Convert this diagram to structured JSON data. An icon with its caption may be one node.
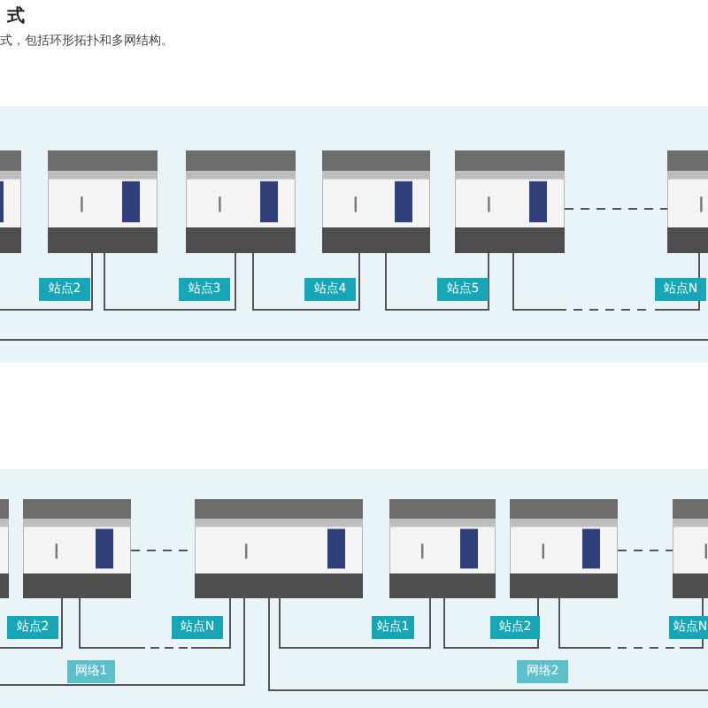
{
  "diagram": {
    "title": "式",
    "caption": "式，包括环形拓扑和多网结构。",
    "nodes": [
      {
        "text": [],
        "shape": "picture"
      },
      {
        "text": [],
        "shape": "picture",
        "beside": [
          "站点2"
        ]
      },
      {
        "text": [],
        "shape": "picture",
        "beside": [
          "站点3"
        ]
      },
      {
        "text": [],
        "shape": "picture",
        "beside": [
          "站点4"
        ]
      },
      {
        "text": [],
        "shape": "picture",
        "beside": [
          "站点5"
        ]
      },
      {
        "text": [],
        "shape": "picture",
        "beside": [
          "站点N"
        ]
      },
      {
        "text": [],
        "shape": "picture"
      },
      {
        "text": [],
        "shape": "picture",
        "beside": [
          "站点2"
        ]
      },
      {
        "text": [],
        "shape": "picture",
        "beside": [
          "站点N"
        ]
      },
      {
        "text": [],
        "shape": "picture",
        "beside": [
          "站点1"
        ]
      },
      {
        "text": [],
        "shape": "picture",
        "beside": [
          "站点2"
        ]
      },
      {
        "text": [],
        "shape": "picture",
        "beside": [
          "站点N"
        ]
      }
    ],
    "edges": [
      {
        "from": null,
        "to": 1,
        "arrow": "none"
      },
      {
        "from": 1,
        "to": 2,
        "arrow": "none"
      },
      {
        "from": 2,
        "to": 3,
        "arrow": "none"
      },
      {
        "from": 3,
        "to": 4,
        "arrow": "none"
      },
      {
        "from": 4,
        "to": 5,
        "arrow": "none",
        "style": "dashed"
      },
      {
        "from": 4,
        "to": 5,
        "arrow": "none",
        "style": "dashed"
      },
      {
        "from": null,
        "to": 7,
        "arrow": "none"
      },
      {
        "from": 7,
        "to": 8,
        "arrow": "none",
        "style": "dashed"
      },
      {
        "from": 7,
        "to": 8,
        "arrow": "none",
        "style": "dashed"
      },
      {
        "from": 8,
        "to": null,
        "arrow": "none",
        "label": "网络1"
      },
      {
        "from": 8,
        "to": null,
        "arrow": "none",
        "label": "网络2"
      },
      {
        "from": 8,
        "to": 9,
        "arrow": "none"
      },
      {
        "from": 9,
        "to": 10,
        "arrow": "none"
      },
      {
        "from": 10,
        "to": 11,
        "arrow": "none",
        "style": "dashed"
      },
      {
        "from": 10,
        "to": 11,
        "arrow": "none",
        "style": "dashed"
      }
    ]
  }
}
